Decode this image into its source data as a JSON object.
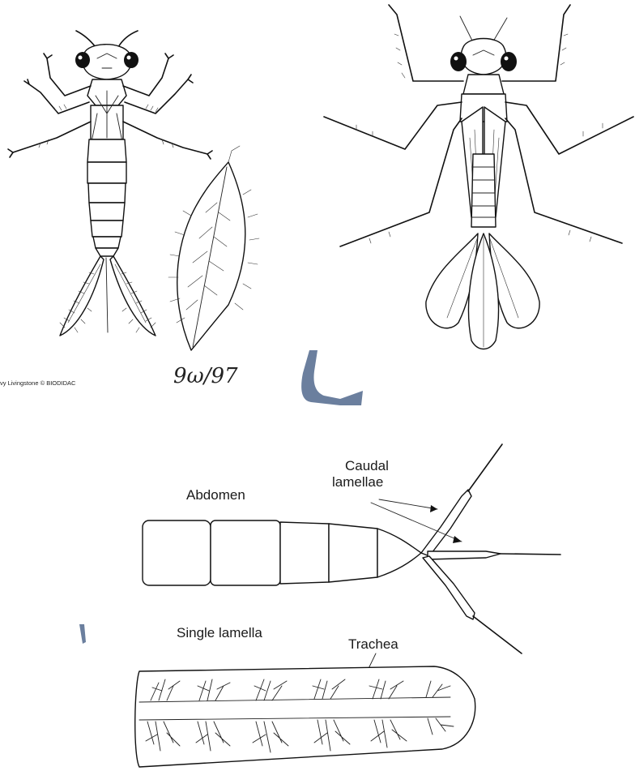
{
  "left_figure": {
    "credit": "vy Livingstone © BIODIDAC",
    "signature": "9ω/97"
  },
  "diagram": {
    "abdomen_label": "Abdomen",
    "caudal_label_line1": "Caudal",
    "caudal_label_line2": "lamellae",
    "single_lamella_label": "Single lamella",
    "trachea_label": "Trachea"
  },
  "watermark_color": "#6b7f9e"
}
